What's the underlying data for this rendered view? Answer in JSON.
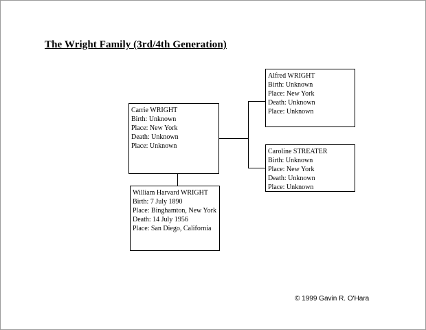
{
  "title": "The Wright Family (3rd/4th Generation)",
  "people": [
    {
      "id": "carrie",
      "name": "Carrie WRIGHT",
      "birth": "Birth: Unknown",
      "birth_place": "Place: New York",
      "death": "Death: Unknown",
      "death_place": "Place: Unknown"
    },
    {
      "id": "alfred",
      "name": "Alfred WRIGHT",
      "birth": "Birth: Unknown",
      "birth_place": "Place: New York",
      "death": "Death: Unknown",
      "death_place": "Place: Unknown"
    },
    {
      "id": "caroline",
      "name": "Caroline STREATER",
      "birth": "Birth: Unknown",
      "birth_place": "Place: New York",
      "death": "Death: Unknown",
      "death_place": "Place: Unknown"
    },
    {
      "id": "william",
      "name": "William Harvard WRIGHT",
      "birth": "Birth: 7 July 1890",
      "birth_place": "Place: Binghamton, New York",
      "death": "Death: 14 July 1956",
      "death_place": "Place: San Diego, California"
    }
  ],
  "copyright": "© 1999 Gavin R. O'Hara",
  "colors": {
    "background": "#ffffff",
    "text": "#000000",
    "box_border": "#000000",
    "page_border": "#9a9a9a"
  }
}
